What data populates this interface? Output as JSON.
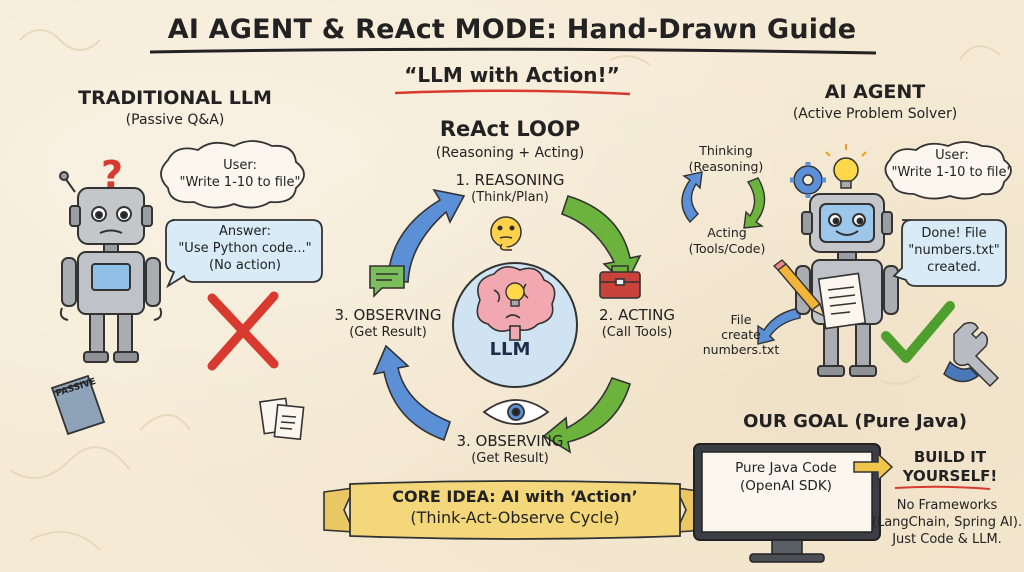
{
  "title": "AI AGENT & ReAct MODE: Hand-Drawn Guide",
  "subtitle": "“LLM with Action!”",
  "traditional": {
    "heading": "TRADITIONAL LLM",
    "subheading": "(Passive Q&A)",
    "user_bubble": [
      "User:",
      "\"Write 1-10 to file\""
    ],
    "answer_bubble": [
      "Answer:",
      "\"Use Python code...\"",
      "(No action)"
    ],
    "book_label": "PASSIVE",
    "question_mark": "?"
  },
  "loop": {
    "heading": "ReAct LOOP",
    "subheading": "(Reasoning + Acting)",
    "center_label": "LLM",
    "steps": {
      "reasoning": {
        "label": "1. REASONING",
        "sub": "(Think/Plan)"
      },
      "acting": {
        "label": "2. ACTING",
        "sub": "(Call Tools)"
      },
      "observing_left": {
        "label": "3. OBSERVING",
        "sub": "(Get Result)"
      },
      "observing_bottom": {
        "label": "3. OBSERVING",
        "sub": "(Get Result)"
      }
    }
  },
  "agent": {
    "heading": "AI AGENT",
    "subheading": "(Active Problem Solver)",
    "thinking": [
      "Thinking",
      "(Reasoning)"
    ],
    "acting": [
      "Acting",
      "(Tools/Code)"
    ],
    "user_bubble": [
      "User:",
      "\"Write 1-10 to file\""
    ],
    "done_bubble": [
      "Done! File",
      "\"numbers.txt\"",
      "created."
    ],
    "file_note": [
      "File",
      "create",
      "numbers.txt"
    ]
  },
  "goal": {
    "heading": "OUR GOAL (Pure Java)",
    "screen": [
      "Pure Java Code",
      "(OpenAI SDK)"
    ],
    "build": [
      "BUILD IT",
      "YOURSELF!"
    ],
    "no_frameworks": [
      "No Frameworks",
      "(LangChain, Spring AI).",
      "Just Code & LLM."
    ]
  },
  "core_idea": {
    "line1": "CORE IDEA: AI with ‘Action’",
    "line2": "(Think-Act-Observe Cycle)"
  },
  "colors": {
    "background": "#f5ead4",
    "ink": "#222222",
    "accent_red": "#d83a2f",
    "arrow_blue": "#5b8fd6",
    "arrow_green": "#6cb33e",
    "robot_gray": "#b9bcc0",
    "screen_blue": "#9cc6ea",
    "banner_yellow": "#f4d77a"
  },
  "icons": [
    "robot-icon",
    "question-mark-icon",
    "cross-icon",
    "book-icon",
    "documents-icon",
    "brain-icon",
    "lightbulb-icon",
    "thinking-face-icon",
    "toolbox-icon",
    "eye-icon",
    "chat-icon",
    "pencil-icon",
    "gear-icon",
    "checkmark-icon",
    "wrench-icon",
    "monitor-icon",
    "arrow-icon"
  ]
}
